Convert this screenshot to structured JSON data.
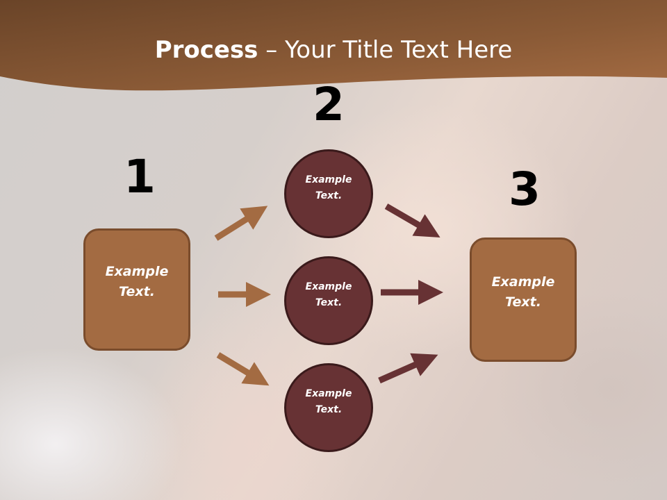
{
  "slide": {
    "title_bold": "Process",
    "title_rest": " – Your Title Text Here",
    "colors": {
      "header_dark": "#6a4428",
      "header_light": "#a56c43",
      "box_fill": "#a36b42",
      "box_border": "#7a4c2c",
      "circle_fill": "#673234",
      "circle_border": "#3a1a1b",
      "arrow_brown": "#a36b42",
      "arrow_maroon": "#673234"
    }
  },
  "steps": {
    "step1": {
      "number": "1",
      "label": "Example Text."
    },
    "step2": {
      "number": "2",
      "circles": [
        {
          "label": "Example Text."
        },
        {
          "label": "Example Text."
        },
        {
          "label": "Example Text."
        }
      ]
    },
    "step3": {
      "number": "3",
      "label": "Example Text."
    }
  }
}
